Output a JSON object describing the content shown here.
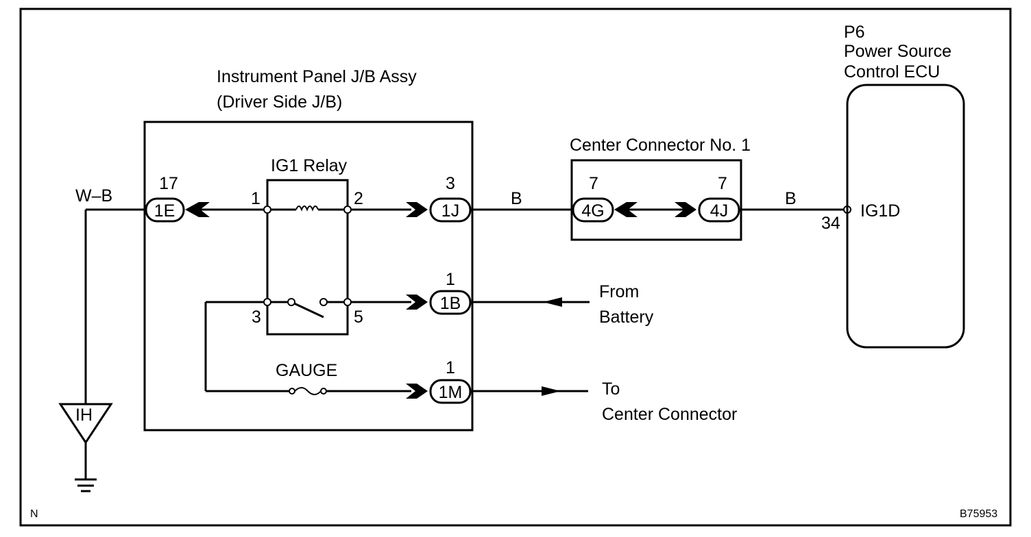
{
  "diagram": {
    "jb_title_line1": "Instrument Panel J/B Assy",
    "jb_title_line2": "(Driver Side J/B)",
    "relay_label": "IG1 Relay",
    "gauge_label": "GAUGE",
    "center_connector_title": "Center Connector No. 1",
    "ecu_line1": "P6",
    "ecu_line2": "Power Source",
    "ecu_line3": "Control ECU",
    "ecu_terminal": "IG1D",
    "ecu_pin": "34",
    "wire_wb": "W–B",
    "wire_b_left": "B",
    "wire_b_right": "B",
    "ground_label": "IH",
    "from_battery_1": "From",
    "from_battery_2": "Battery",
    "to_center_1": "To",
    "to_center_2": "Center Connector",
    "corner_n": "N",
    "figure_code": "B75953",
    "connectors": {
      "c1e": {
        "name": "1E",
        "pin": "17"
      },
      "c1j": {
        "name": "1J",
        "pin": "3"
      },
      "c1b": {
        "name": "1B",
        "pin": "1"
      },
      "c1m": {
        "name": "1M",
        "pin": "1"
      },
      "c4g": {
        "name": "4G",
        "pin": "7"
      },
      "c4j": {
        "name": "4J",
        "pin": "7"
      }
    },
    "relay_pins": {
      "p1": "1",
      "p2": "2",
      "p3": "3",
      "p5": "5"
    }
  }
}
